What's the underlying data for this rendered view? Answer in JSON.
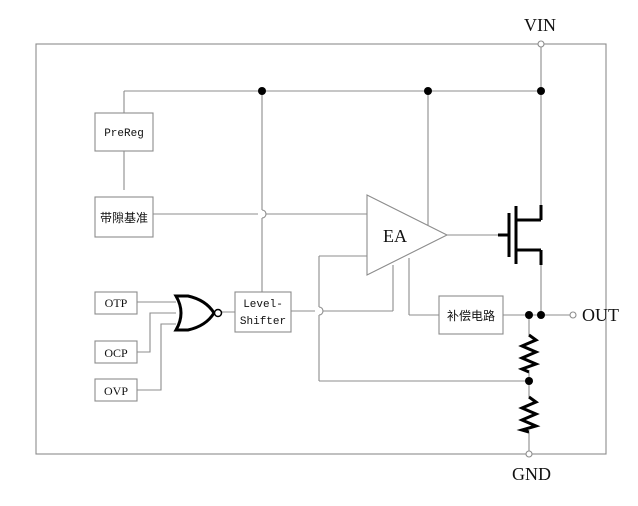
{
  "pins": {
    "vin": "VIN",
    "out": "OUT",
    "gnd": "GND"
  },
  "blocks": {
    "prereg": "PreReg",
    "bandgap": "带隙基准",
    "ea": "EA",
    "level_shifter_line1": "Level-",
    "level_shifter_line2": "Shifter",
    "compensation": "补偿电路",
    "otp": "OTP",
    "ocp": "OCP",
    "ovp": "OVP"
  }
}
